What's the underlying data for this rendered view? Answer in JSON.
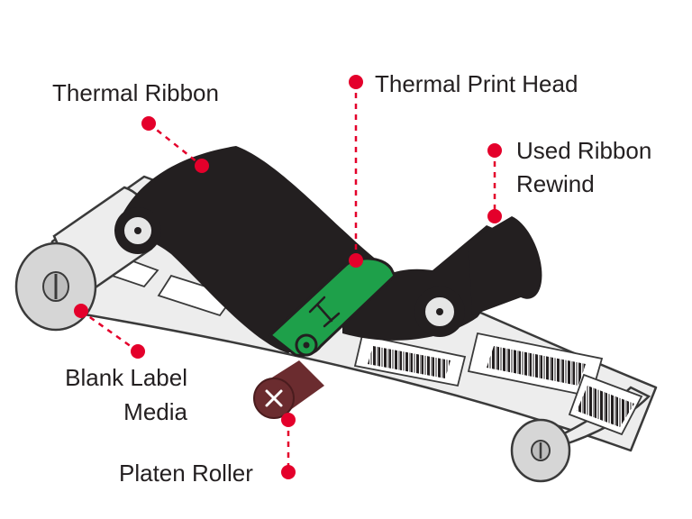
{
  "colors": {
    "accent_dot": "#e4002b",
    "ribbon": "#231f20",
    "media_fill": "#ededed",
    "media_outline": "#3a3a3a",
    "print_head": "#1ea04a",
    "platen_roller": "#6b2c2f"
  },
  "icons": {
    "media_roll": "roll-cross-slot-icon",
    "spindle": "spindle-pin-icon",
    "platen": "x-mark-icon"
  },
  "labels": {
    "thermal_ribbon": "Thermal Ribbon",
    "thermal_print_head": "Thermal Print Head",
    "used_ribbon_rewind_line1": "Used Ribbon",
    "used_ribbon_rewind_line2": "Rewind",
    "blank_label_media_line1": "Blank Label",
    "blank_label_media_line2": "Media",
    "platen_roller": "Platen Roller"
  }
}
